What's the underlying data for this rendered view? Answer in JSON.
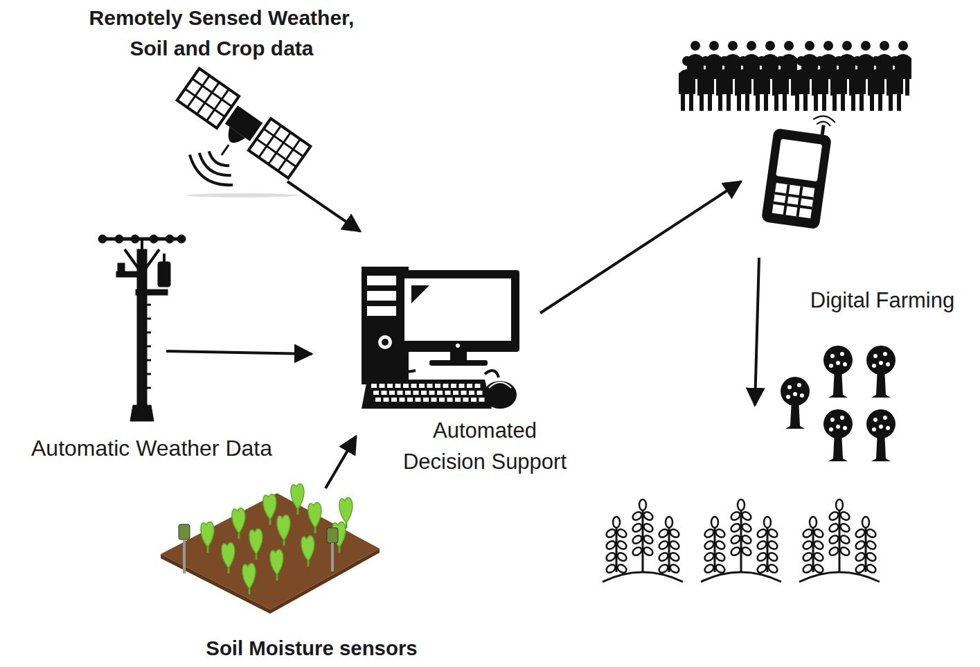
{
  "diagram": {
    "nodes": [
      {
        "text": [
          "Remotely Sensed Weather, Soil and Crop data"
        ]
      },
      {
        "text": [
          "Automatic Weather Data"
        ]
      },
      {
        "text": [
          "Automated Decision Support"
        ]
      },
      {
        "text": [
          "Soil Moisture sensors"
        ]
      },
      {
        "text": [
          "Digital Farming"
        ]
      }
    ],
    "edges": [
      {
        "from": 0,
        "to": 2,
        "arrow": "to"
      },
      {
        "from": 1,
        "to": 2,
        "arrow": "to"
      },
      {
        "from": 3,
        "to": 2,
        "arrow": "to"
      },
      {
        "from": 2,
        "to": 4,
        "arrow": "to"
      }
    ]
  }
}
